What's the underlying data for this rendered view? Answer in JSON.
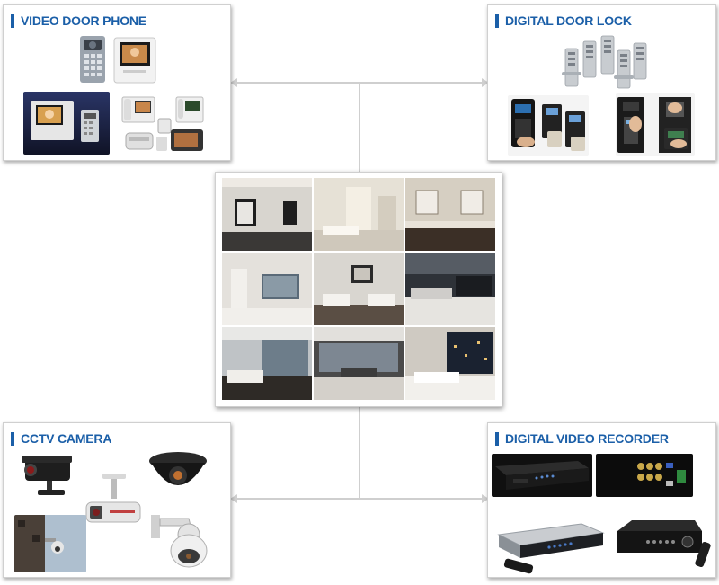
{
  "panels": {
    "video_door_phone": {
      "title": "VIDEO DOOR PHONE"
    },
    "digital_door_lock": {
      "title": "DIGITAL DOOR LOCK"
    },
    "cctv_camera": {
      "title": "CCTV CAMERA"
    },
    "digital_video_recorder": {
      "title": "DIGITAL VIDEO RECORDER"
    }
  },
  "colors": {
    "accent": "#1b5fa8",
    "connector": "#cfcfcf",
    "panel_border": "#d0d0d0"
  },
  "center": {
    "rooms": [
      "interior-photo-1",
      "interior-photo-2",
      "interior-photo-3",
      "interior-photo-4",
      "interior-photo-5",
      "interior-photo-6",
      "interior-photo-7",
      "interior-photo-8",
      "interior-photo-9"
    ]
  }
}
